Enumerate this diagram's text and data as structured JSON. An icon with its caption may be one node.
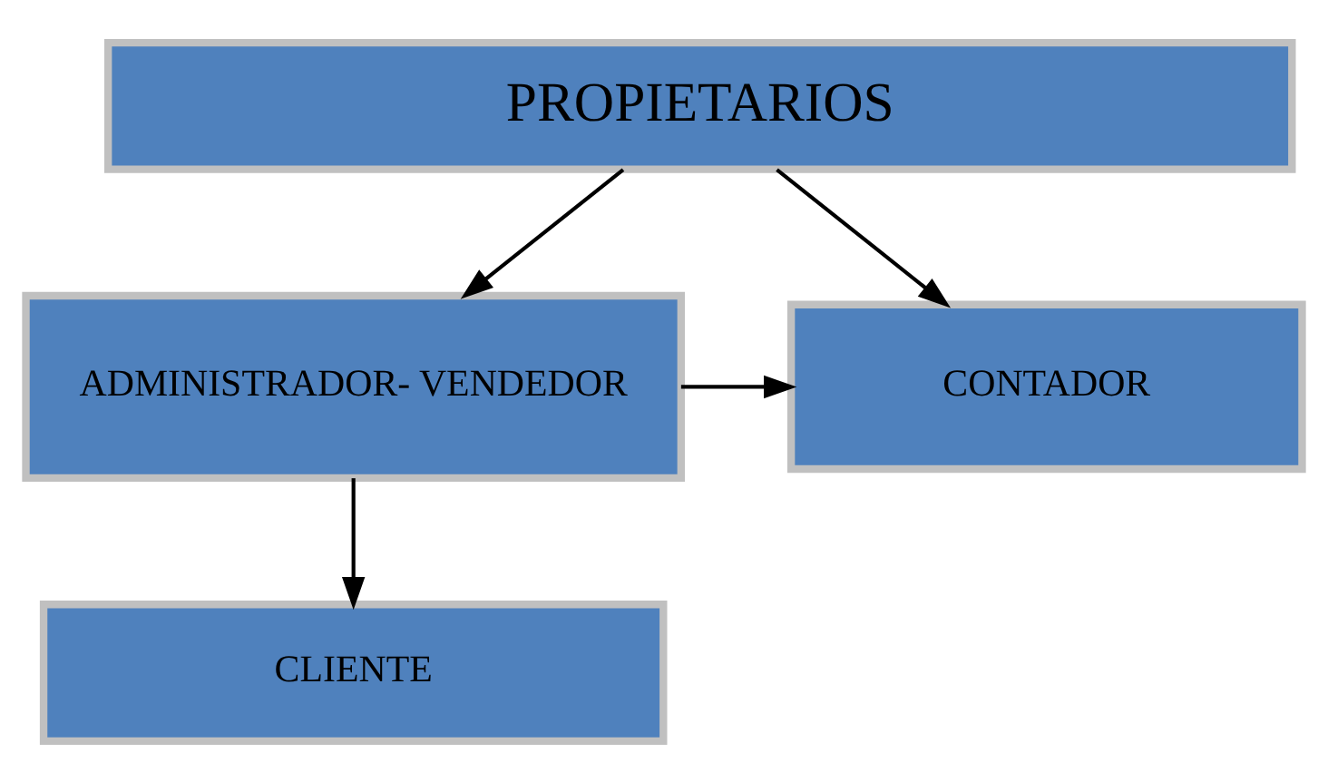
{
  "diagram": {
    "nodes": [
      {
        "text": [
          "PROPIETARIOS"
        ]
      },
      {
        "text": [
          "ADMINISTRADOR- VENDEDOR"
        ]
      },
      {
        "text": [
          "CONTADOR"
        ]
      },
      {
        "text": [
          "CLIENTE"
        ]
      }
    ],
    "edges": [
      {
        "from": 0,
        "to": 1,
        "arrow": "to"
      },
      {
        "from": 0,
        "to": 2,
        "arrow": "to"
      },
      {
        "from": 1,
        "to": 2,
        "arrow": "to"
      },
      {
        "from": 1,
        "to": 3,
        "arrow": "to"
      }
    ]
  }
}
